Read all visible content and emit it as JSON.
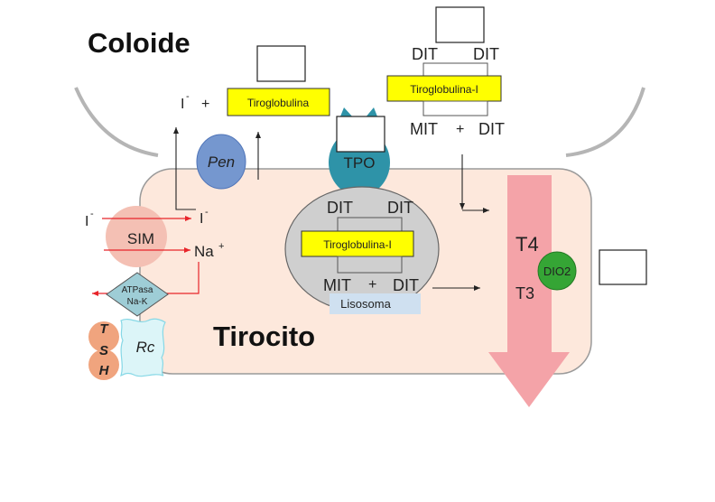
{
  "labels": {
    "coloide": "Coloide",
    "tirocito": "Tirocito",
    "iodide_top": "I",
    "iodide_top_sup": "-",
    "plus_top": "+",
    "tiroglobulina": "Tiroglobulina",
    "pen": "Pen",
    "tpo": "TPO",
    "iodide_left": "I",
    "iodide_left_sup": "-",
    "iodide_right": "I",
    "iodide_right_sup": "-",
    "sim": "SIM",
    "na": "Na",
    "na_sup": "+",
    "atpasa_line1": "ATPasa",
    "atpasa_line2": "Na-K",
    "tsh_t": "T",
    "tsh_s": "S",
    "tsh_h": "H",
    "rc": "Rc",
    "colloid_dit_left": "DIT",
    "colloid_dit_right": "DIT",
    "colloid_tg_iodinated": "Tiroglobulina-I",
    "colloid_mit": "MIT",
    "colloid_plus": "+",
    "colloid_dit_bottom": "DIT",
    "lys_dit_left": "DIT",
    "lys_dit_right": "DIT",
    "lys_tg_iodinated": "Tiroglobulina-I",
    "lys_mit": "MIT",
    "lys_plus": "+",
    "lys_dit_bottom": "DIT",
    "lisosoma": "Lisosoma",
    "t4": "T4",
    "t3": "T3",
    "dio2": "DIO2"
  },
  "colors": {
    "cell_fill": "#fde8dc",
    "cell_stroke": "#9a9a9a",
    "colloid_arc": "#b5b5b5",
    "pen_fill": "#7597cf",
    "tpo_fill": "#2e93a8",
    "lysosome_fill": "#cfcfcf",
    "tg_box_fill": "#ffff00",
    "sim_fill": "#f4c0b4",
    "atpasa_fill": "#9ecdd6",
    "tsh_fill": "#f0a47e",
    "rc_fill": "#dcf5f8",
    "rc_stroke": "#86d8e6",
    "export_arrow": "#f4a3a8",
    "dio2_fill": "#35a535",
    "red_arrow": "#e8242a",
    "lisosoma_label_bg": "#cfe0f0"
  }
}
